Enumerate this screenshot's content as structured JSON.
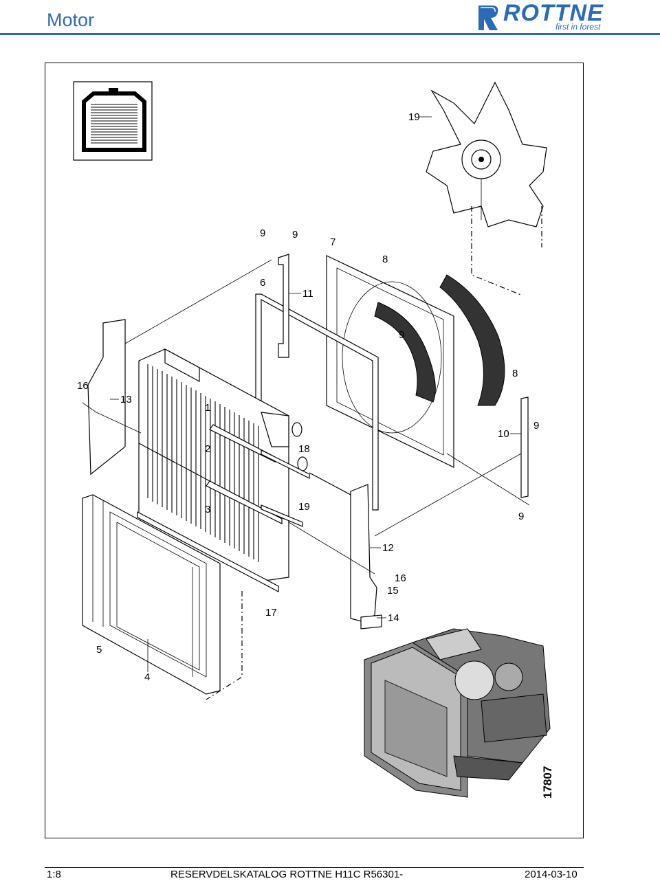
{
  "header": {
    "title": "Motor"
  },
  "logo": {
    "word": "ROTTNE",
    "tagline": "first in forest"
  },
  "callouts": [
    {
      "id": "c1",
      "text": "1"
    },
    {
      "id": "c2",
      "text": "2"
    },
    {
      "id": "c3",
      "text": "3"
    },
    {
      "id": "c4",
      "text": "4"
    },
    {
      "id": "c5",
      "text": "5"
    },
    {
      "id": "c6",
      "text": "6"
    },
    {
      "id": "c7",
      "text": "7"
    },
    {
      "id": "c8a",
      "text": "8"
    },
    {
      "id": "c8b",
      "text": "8"
    },
    {
      "id": "c9a",
      "text": "9"
    },
    {
      "id": "c9b",
      "text": "9"
    },
    {
      "id": "c9c",
      "text": "9"
    },
    {
      "id": "c9d",
      "text": "9"
    },
    {
      "id": "c9e",
      "text": "9"
    },
    {
      "id": "c10",
      "text": "10"
    },
    {
      "id": "c11",
      "text": "11"
    },
    {
      "id": "c12",
      "text": "12"
    },
    {
      "id": "c13",
      "text": "13"
    },
    {
      "id": "c14",
      "text": "14"
    },
    {
      "id": "c15",
      "text": "15"
    },
    {
      "id": "c16a",
      "text": "16"
    },
    {
      "id": "c16b",
      "text": "16"
    },
    {
      "id": "c17",
      "text": "17"
    },
    {
      "id": "c18",
      "text": "18"
    },
    {
      "id": "c19a",
      "text": "19"
    },
    {
      "id": "c19b",
      "text": "19"
    }
  ],
  "figure_id": "17807",
  "footer": {
    "scale": "1:8",
    "catalog": "RESERVDELSKATALOG  ROTTNE H11C R56301-",
    "date": "2014-03-10"
  }
}
